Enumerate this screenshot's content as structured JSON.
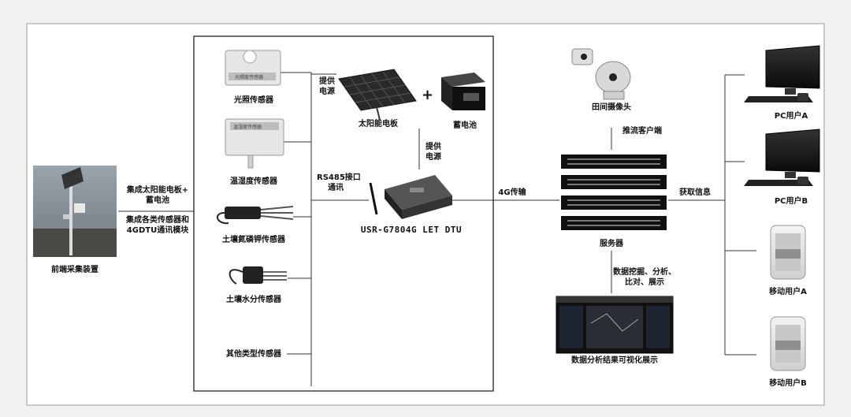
{
  "front_device": {
    "label": "前端采集装置"
  },
  "links_left": {
    "power": [
      "集成太阳能电板+",
      "蓄电池"
    ],
    "sensors": [
      "集成各类传感器和",
      "4GDTU通讯模块"
    ]
  },
  "sensors": {
    "light": {
      "label": "光照传感器",
      "device_text": "光照度传感器"
    },
    "temp_humidity": {
      "label": "温湿度传感器",
      "device_text": "温湿度传感器"
    },
    "soil_npk": {
      "label": "土壤氮磷钾传感器"
    },
    "soil_moisture": {
      "label": "土壤水分传感器"
    },
    "other": {
      "label": "其他类型传感器"
    }
  },
  "power": {
    "supply_top": [
      "提供",
      "电源"
    ],
    "solar_panel": "太阳能电板",
    "plus": "+",
    "battery": "蓄电池",
    "supply_mid": [
      "提供",
      "电源"
    ]
  },
  "dtu": {
    "rs485": [
      "RS485接口",
      "通讯"
    ],
    "name": "USR-G7804G LET DTU"
  },
  "network": {
    "link": "4G传输"
  },
  "server": {
    "label": "服务器",
    "camera_label": "田间摄像头",
    "push_label": "推流客户端",
    "analysis": [
      "数据挖掘、分析、",
      "比对、展示"
    ],
    "display_label": "数据分析结果可视化展示"
  },
  "clients": {
    "get_info": "获取信息",
    "pc_a": "PC用户A",
    "pc_b": "PC用户B",
    "mobile_a": "移动用户A",
    "mobile_b": "移动用户B"
  }
}
